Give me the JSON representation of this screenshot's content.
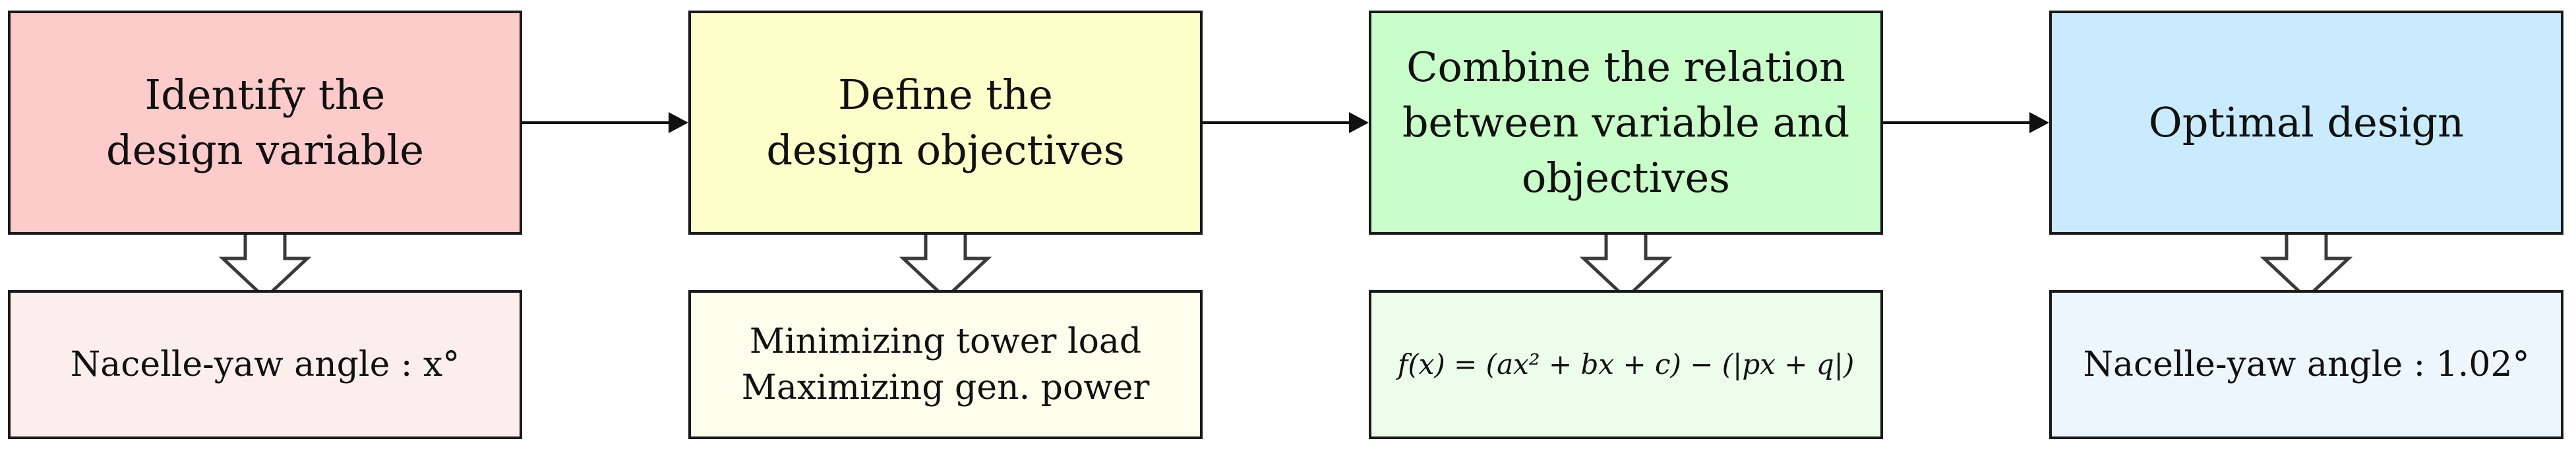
{
  "steps": [
    {
      "title": "Identify the\ndesign variable",
      "detail": "Nacelle-yaw angle : x°",
      "top_color": "#fdcbca",
      "bottom_color": "#fdeeee"
    },
    {
      "title": "Define the\ndesign objectives",
      "detail": "Minimizing tower load\nMaximizing gen. power",
      "top_color": "#fdfec9",
      "bottom_color": "#fdfeec"
    },
    {
      "title": "Combine the relation\nbetween variable and\nobjectives",
      "detail": "f(x) = (ax² + bx + c) − (|px + q|)",
      "top_color": "#c9fdc9",
      "bottom_color": "#edfdec"
    },
    {
      "title": "Optimal design",
      "detail": "Nacelle-yaw angle : 1.02°",
      "top_color": "#c9ebfd",
      "bottom_color": "#eef6fd"
    }
  ],
  "connectors": {
    "horizontal": "arrow-right",
    "vertical": "hollow-arrow-down"
  }
}
